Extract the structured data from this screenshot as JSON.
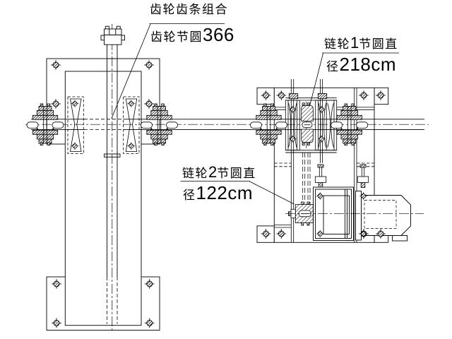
{
  "annotations": {
    "gear_rack": {
      "line1": "齿轮齿条组合",
      "line2_label": "齿轮节圆",
      "line2_value": "366"
    },
    "sprocket1": {
      "name_prefix": "链轮",
      "number": "1",
      "name_suffix": "节圆直",
      "dia_label": "径",
      "dia_value": "218cm"
    },
    "sprocket2": {
      "name_prefix": "链轮",
      "number": "2",
      "name_suffix": "节圆直",
      "dia_label": "径",
      "dia_value": "122cm"
    }
  },
  "colors": {
    "line": "#000000",
    "background": "#ffffff"
  }
}
